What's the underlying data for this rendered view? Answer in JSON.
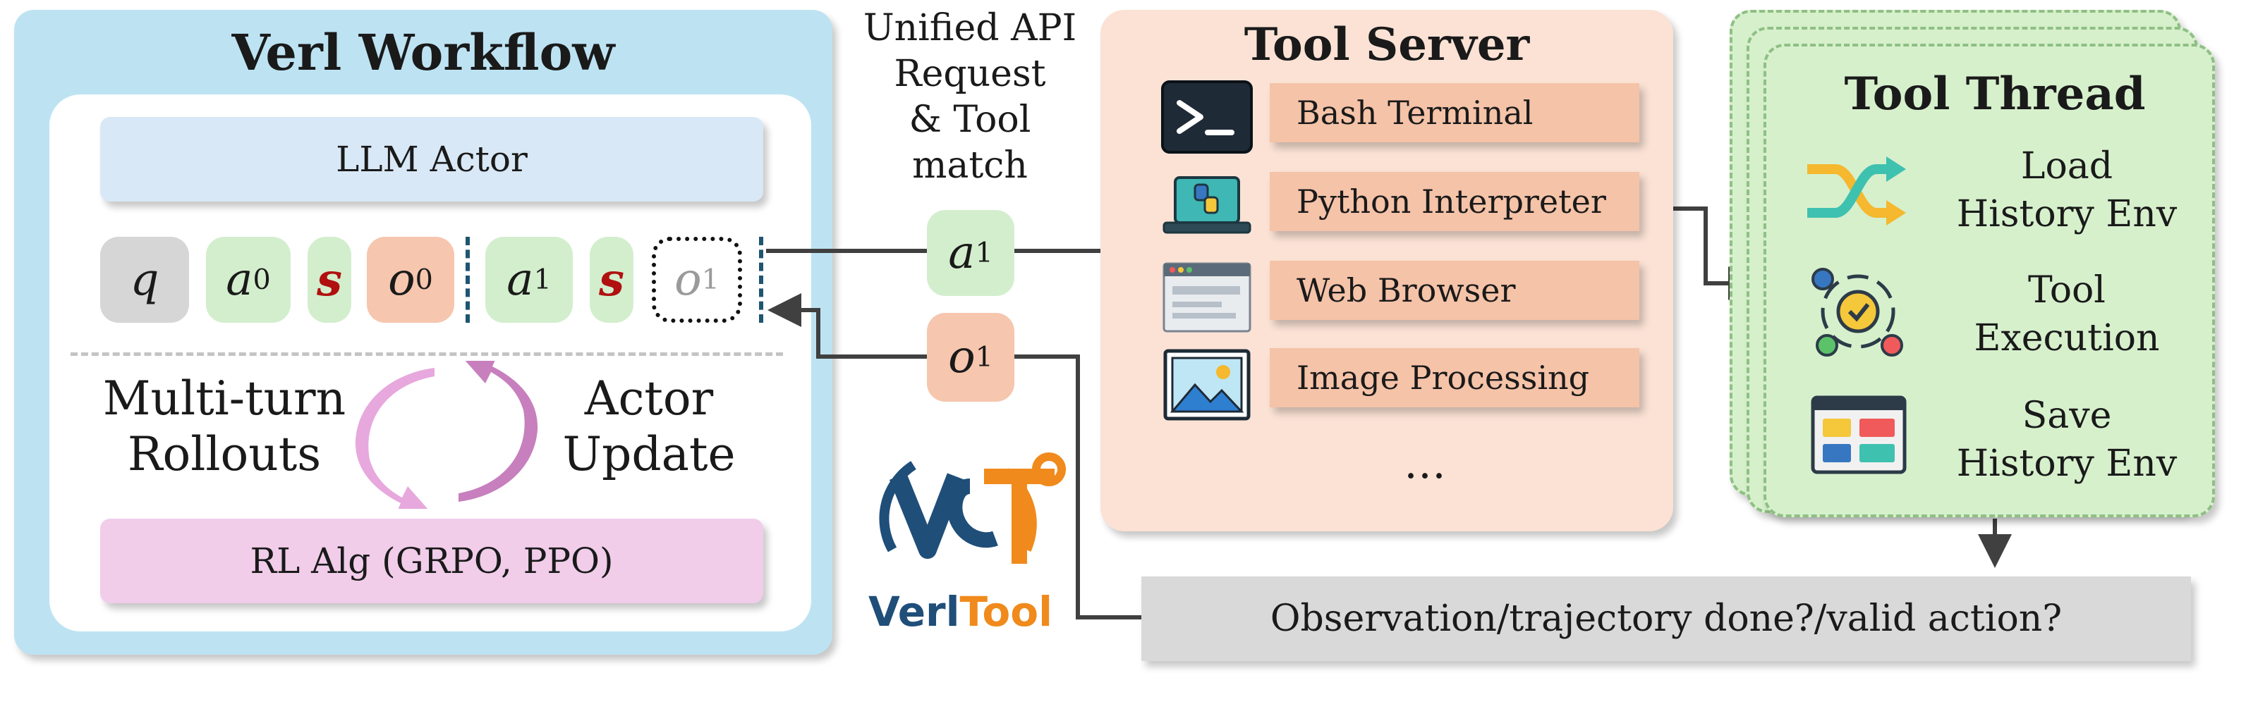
{
  "verl": {
    "title": "Verl Workflow",
    "llm_actor": "LLM Actor",
    "rl_alg": "RL Alg (GRPO, PPO)",
    "rollouts_line1": "Multi-turn",
    "rollouts_line2": "Rollouts",
    "update_line1": "Actor",
    "update_line2": "Update",
    "tokens": [
      {
        "base": "q",
        "sub": ""
      },
      {
        "base": "a",
        "sub": "0"
      },
      {
        "base": "s",
        "sub": ""
      },
      {
        "base": "o",
        "sub": "0"
      },
      {
        "base": "a",
        "sub": "1"
      },
      {
        "base": "s",
        "sub": ""
      },
      {
        "base": "o",
        "sub": "1"
      }
    ]
  },
  "middle": {
    "api_line1": "Unified API",
    "api_line2": "Request",
    "api_line3": "& Tool match",
    "action_token": {
      "base": "a",
      "sub": "1"
    },
    "obs_token": {
      "base": "o",
      "sub": "1"
    }
  },
  "tool_server": {
    "title": "Tool Server",
    "tools": [
      {
        "label": "Bash Terminal",
        "icon": "terminal-icon"
      },
      {
        "label": "Python Interpreter",
        "icon": "python-laptop-icon"
      },
      {
        "label": "Web Browser",
        "icon": "browser-window-icon"
      },
      {
        "label": "Image Processing",
        "icon": "image-icon"
      }
    ],
    "more": "…"
  },
  "tool_thread": {
    "title": "Tool Thread",
    "steps": [
      {
        "line1": "Load",
        "line2": "History Env",
        "icon": "shuffle-arrows-icon"
      },
      {
        "line1": "Tool",
        "line2": "Execution",
        "icon": "gear-cycle-icon"
      },
      {
        "line1": "Save",
        "line2": "History Env",
        "icon": "dashboard-window-icon"
      }
    ]
  },
  "check_box": "Observation/trajectory done?/valid action?",
  "logo": {
    "mark": "VT",
    "name_part1": "Verl",
    "name_part2": "Tool"
  },
  "colors": {
    "verl_panel": "#bde3f3",
    "llm_actor": "#d9e8f6",
    "rl_alg": "#f1cdea",
    "action_green": "#d3eecd",
    "obs_orange": "#f6c6ae",
    "server_panel": "#fbe2d5",
    "tool_button": "#f5c3a8",
    "thread_green": "#d6f0cc",
    "logo_navy": "#1f4e79",
    "logo_orange": "#f08a1c"
  }
}
